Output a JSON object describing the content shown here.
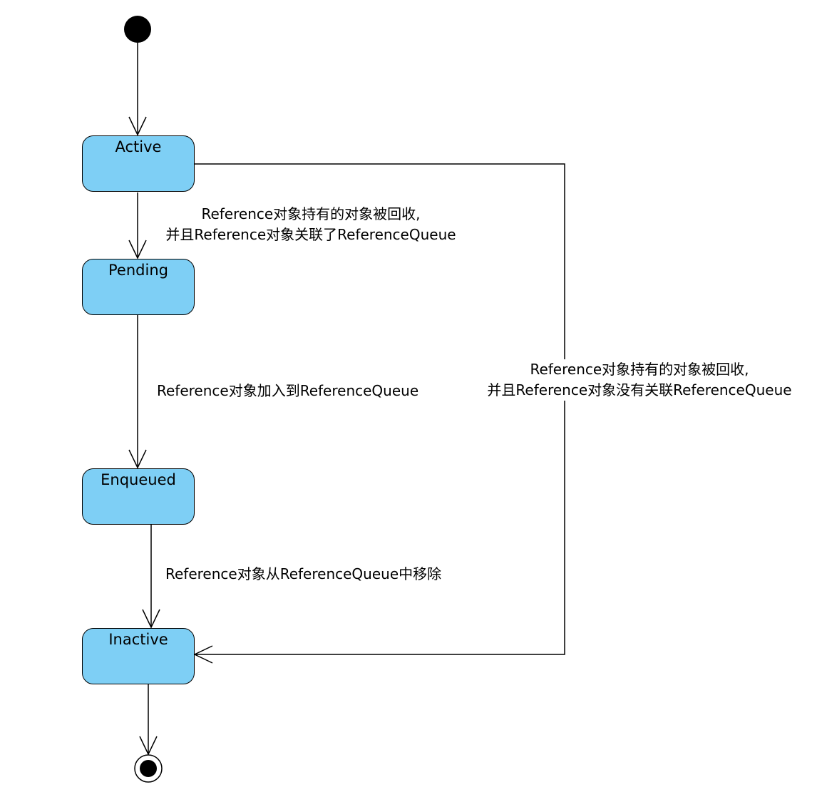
{
  "diagram": {
    "type": "uml-state-machine",
    "state_fill": "#7ecff5",
    "line_color": "#000000",
    "states": [
      {
        "id": "active",
        "name": "Active"
      },
      {
        "id": "pending",
        "name": "Pending"
      },
      {
        "id": "enqueued",
        "name": "Enqueued"
      },
      {
        "id": "inactive",
        "name": "Inactive"
      }
    ],
    "transitions": [
      {
        "from": "initial",
        "to": "active",
        "label": []
      },
      {
        "from": "active",
        "to": "pending",
        "label": [
          "Reference对象持有的对象被回收,",
          "并且Reference对象关联了ReferenceQueue"
        ]
      },
      {
        "from": "pending",
        "to": "enqueued",
        "label": [
          "Reference对象加入到ReferenceQueue"
        ]
      },
      {
        "from": "enqueued",
        "to": "inactive",
        "label": [
          "Reference对象从ReferenceQueue中移除"
        ]
      },
      {
        "from": "active",
        "to": "inactive",
        "label": [
          "Reference对象持有的对象被回收,",
          "并且Reference对象没有关联ReferenceQueue"
        ]
      },
      {
        "from": "inactive",
        "to": "final",
        "label": []
      }
    ]
  }
}
